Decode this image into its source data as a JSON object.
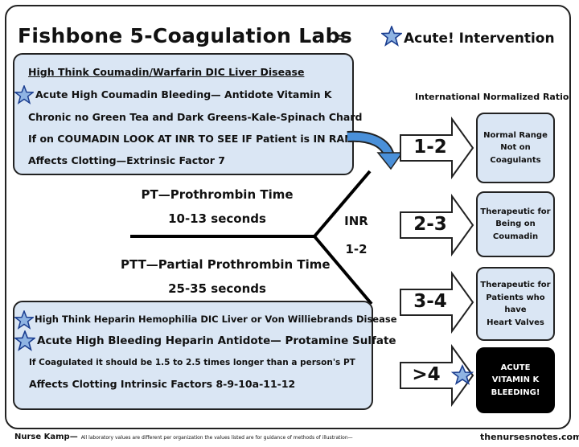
{
  "title": "Fishbone 5-Coagulation Labs",
  "legend": {
    "equals": "=",
    "text": "Acute! Intervention",
    "icon": "star-icon"
  },
  "top_box": {
    "lines": [
      "High Think Coumadin/Warfarin DIC Liver Disease",
      "Acute High Coumadin Bleeding— Antidote Vitamin K",
      "Chronic no Green Tea and Dark Greens-Kale-Spinach Chard",
      "If on COUMADIN LOOK AT INR TO SEE IF Patient is IN RANGE",
      "Affects Clotting—Extrinsic Factor 7"
    ]
  },
  "fishbone": {
    "pt_label": "PT—Prothrombin Time",
    "pt_value": "10-13 seconds",
    "ptt_label": "PTT—Partial Prothrombin Time",
    "ptt_value": "25-35 seconds",
    "inr_label": "INR",
    "inr_value": "1-2"
  },
  "bottom_box": {
    "lines": [
      "High Think Heparin Hemophilia DIC Liver or Von Williebrands Disease",
      "Acute High Bleeding Heparin Antidote— Protamine Sulfate",
      "If Coagulated it should be 1.5 to 2.5 times longer than a person's PT",
      "Affects Clotting Intrinsic Factors 8-9-10a-11-12"
    ]
  },
  "inr": {
    "caption": "International Normalized Ratio",
    "ranges": [
      {
        "range": "1-2",
        "text": "Normal Range\nNot on\nCoagulants"
      },
      {
        "range": "2-3",
        "text": "Therapeutic for\nBeing on\nCoumadin"
      },
      {
        "range": "3-4",
        "text": "Therapeutic for\nPatients who\nhave\nHeart Valves"
      },
      {
        "range": ">4",
        "text": "ACUTE\nVITAMIN K\nBLEEDING!"
      }
    ]
  },
  "footer": {
    "author": "Nurse Kamp—",
    "disclaimer": "All laboratory values are different per organization the values listed are for guidance of methods of illustration—",
    "site": "thenursesnotes.com"
  },
  "colors": {
    "box_fill": "#dae6f4",
    "star_fill": "#8fb4e3",
    "arrow_blue": "#4a90d9",
    "acute_box": "#000000"
  }
}
